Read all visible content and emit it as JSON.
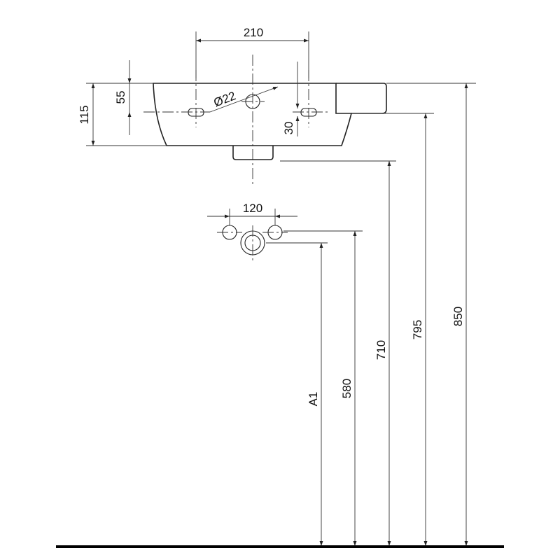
{
  "dimensions": {
    "top_width": "210",
    "slot_offset": "55",
    "basin_depth": "115",
    "tap_hole": "Ø22",
    "slot_height": "30",
    "pipe_spacing": "120",
    "height_a1": "A1",
    "height_580": "580",
    "height_710": "710",
    "height_795": "795",
    "height_850": "850"
  }
}
